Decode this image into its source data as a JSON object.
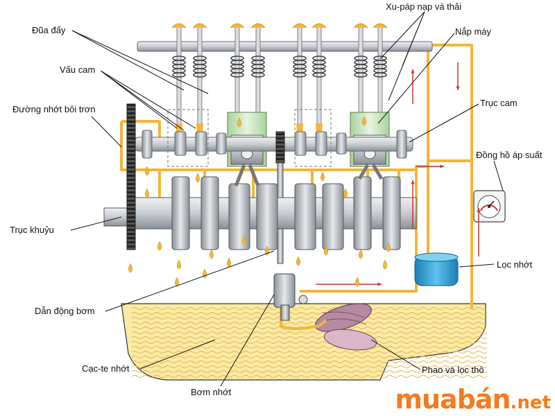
{
  "labels": {
    "push_rod": "Đũa đẩy",
    "cam_lobe": "Vấu cam",
    "oil_gallery": "Đường nhớt bôi trơn",
    "crankshaft": "Trục khuỷu",
    "pump_drive": "Dẫn động bơm",
    "oil_pan": "Cạc-te nhớt",
    "oil_pump": "Bơm nhớt",
    "valves": "Xu-páp nạp và thải",
    "cylinder_head": "Nắp máy",
    "camshaft": "Trục cam",
    "pressure_gauge": "Đồng hồ áp suất",
    "oil_filter": "Lọc nhớt",
    "strainer": "Phao và lọc thô"
  },
  "watermark": {
    "brand": "muabán",
    "tld": ".net"
  },
  "colors": {
    "oil": "#f2b63a",
    "oil_pan_fill": "#fbe9a6",
    "metal": "#c9cdd2",
    "metal_dark": "#7d838a",
    "cylinder": "#cfe8c6",
    "flow_arrow": "#c0392b",
    "filter": "#2aa0d8",
    "watermark": "#f47b20"
  }
}
